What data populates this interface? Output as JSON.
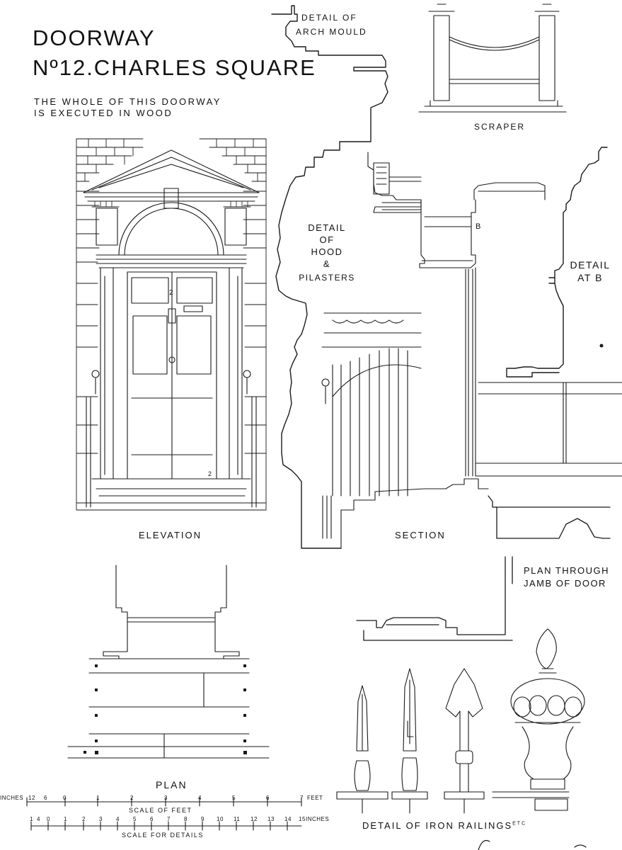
{
  "sheet": {
    "title_line1": "DOORWAY",
    "title_line2": "Nº12.CHARLES SQUARE",
    "note_line1": "THE WHOLE OF THIS DOORWAY",
    "note_line2": "IS EXECUTED IN WOOD"
  },
  "labels": {
    "arch_mould_1": "DETAIL OF",
    "arch_mould_2": "ARCH MOULD",
    "scraper": "SCRAPER",
    "hood_1": "DETAIL",
    "hood_2": "OF",
    "hood_3": "HOOD",
    "hood_4": "&",
    "hood_5": "PILASTERS",
    "detail_b_1": "DETAIL",
    "detail_b_2": "AT B",
    "point_b": "B",
    "elevation": "ELEVATION",
    "section": "SECTION",
    "plan_jamb_1": "PLAN THROUGH",
    "plan_jamb_2": "JAMB OF DOOR",
    "plan": "PLAN",
    "railings": "DETAIL OF IRON RAILINGS",
    "railings_sup": "ETC",
    "mark_2": "2"
  },
  "scales": {
    "feet_label": "SCALE OF FEET",
    "feet_left_unit": "INCHES",
    "feet_right_unit": "FEET",
    "feet_ticks": [
      "12",
      "6",
      "0",
      "1",
      "2",
      "3",
      "4",
      "5",
      "6",
      "7"
    ],
    "details_label": "SCALE FOR DETAILS",
    "details_right_unit": "INCHES",
    "details_ticks": [
      "1",
      "4",
      "0",
      "1",
      "2",
      "3",
      "4",
      "5",
      "6",
      "7",
      "8",
      "9",
      "10",
      "11",
      "12",
      "13",
      "14",
      "15"
    ]
  },
  "colors": {
    "ink": "#1a1a1a",
    "paper": "#ffffff"
  }
}
